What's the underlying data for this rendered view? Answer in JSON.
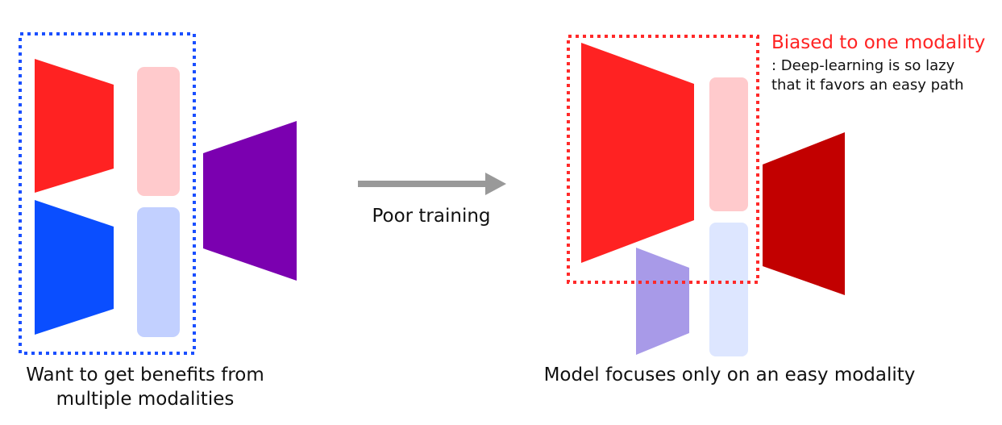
{
  "left_panel": {
    "caption_line_1": "Want to get benefits from",
    "caption_line_2": "multiple modalities"
  },
  "transition": {
    "label": "Poor training"
  },
  "right_panel": {
    "caption": "Model focuses only on an easy modality",
    "annotation_title": "Biased to one modality",
    "annotation_line_1": ": Deep-learning is so lazy",
    "annotation_line_2": "that it favors an easy path"
  },
  "colors": {
    "red_encoder": "#ff2222",
    "blue_encoder": "#0a4eff",
    "purple_fusion": "#7b00b0",
    "pink_feature": "#ffcacc",
    "light_blue_feature": "#c2d0ff",
    "dark_red_fusion": "#c20000",
    "faded_purple_encoder": "#a89ae8",
    "faded_blue_feature": "#dde6ff",
    "arrow_gray": "#999999",
    "blue_dotted_border": "#1a4fff",
    "red_dotted_border": "#ff2a2a",
    "annotation_red": "#ff2323"
  }
}
